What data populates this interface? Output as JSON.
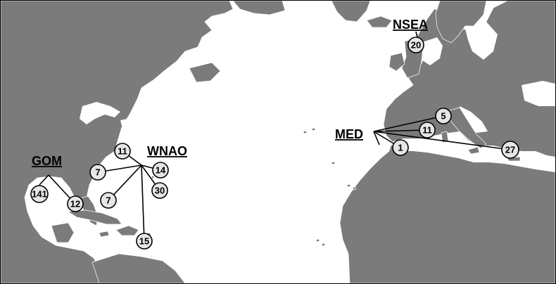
{
  "regions": {
    "gom": {
      "label": "GOM"
    },
    "wnao": {
      "label": "WNAO"
    },
    "med": {
      "label": "MED"
    },
    "nsea": {
      "label": "NSEA"
    }
  },
  "sites": {
    "gom_a": "141",
    "gom_b": "12",
    "wnao_a": "11",
    "wnao_b": "7",
    "wnao_c": "7",
    "wnao_d": "14",
    "wnao_e": "30",
    "wnao_f": "15",
    "med_a": "5",
    "med_b": "11",
    "med_c": "1",
    "med_d": "27",
    "nsea_a": "20"
  },
  "colors": {
    "land": "#7b7b7b",
    "sea": "#ffffff",
    "marker_fill": "#e6e6e6"
  }
}
